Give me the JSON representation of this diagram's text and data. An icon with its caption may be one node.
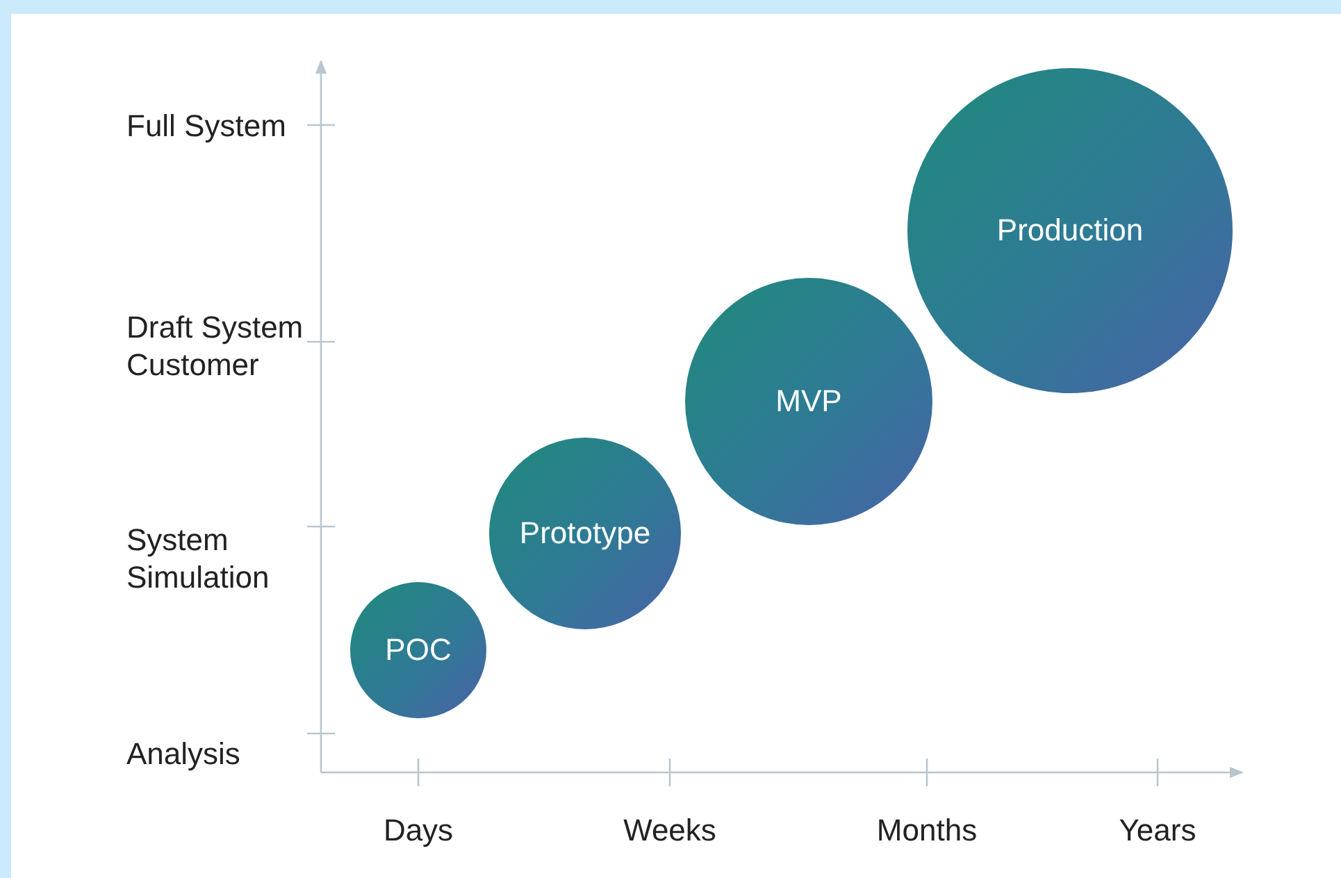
{
  "diagram": {
    "nodes": [
      {
        "text": [
          "Production"
        ]
      },
      {
        "text": [
          "MVP"
        ]
      },
      {
        "text": [
          "Prototype"
        ]
      },
      {
        "text": [
          "POC"
        ]
      }
    ],
    "labels": [
      "Full System",
      "Draft System Customer",
      "System Simulation",
      "Analysis",
      "Days",
      "Weeks",
      "Months",
      "Years"
    ]
  }
}
